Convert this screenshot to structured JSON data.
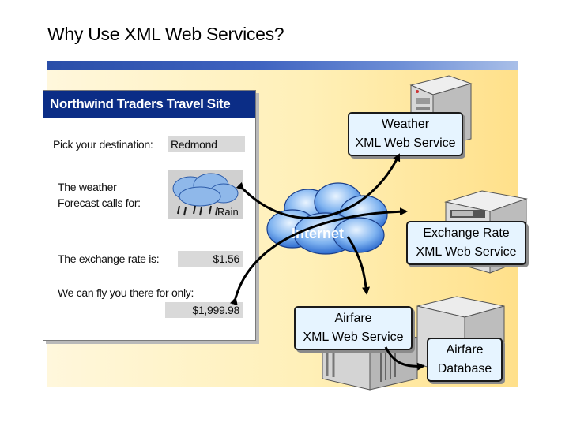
{
  "slide": {
    "title": "Why Use XML Web Services?"
  },
  "site": {
    "header": "Northwind Traders Travel Site",
    "destination_label": "Pick your destination:",
    "destination_value": "Redmond",
    "weather_label_line1": "The weather",
    "weather_label_line2": "Forecast calls for:",
    "weather_icon": "rain-cloud-icon",
    "weather_value": "Rain",
    "exchange_label": "The exchange rate is:",
    "exchange_value": "$1.56",
    "fly_label": "We can fly you there for only:",
    "fly_value": "$1,999.98"
  },
  "network": {
    "label": "Internet"
  },
  "services": {
    "weather": {
      "line1": "Weather",
      "line2": "XML Web Service"
    },
    "exchange": {
      "line1": "Exchange Rate",
      "line2": "XML Web Service"
    },
    "airfare": {
      "line1": "Airfare",
      "line2": "XML Web Service"
    },
    "database": {
      "line1": "Airfare",
      "line2": "Database"
    }
  },
  "colors": {
    "header_bg": "#0b2d86",
    "callout_bg": "#e6f4ff",
    "panel_bg": "#fff0b8"
  }
}
